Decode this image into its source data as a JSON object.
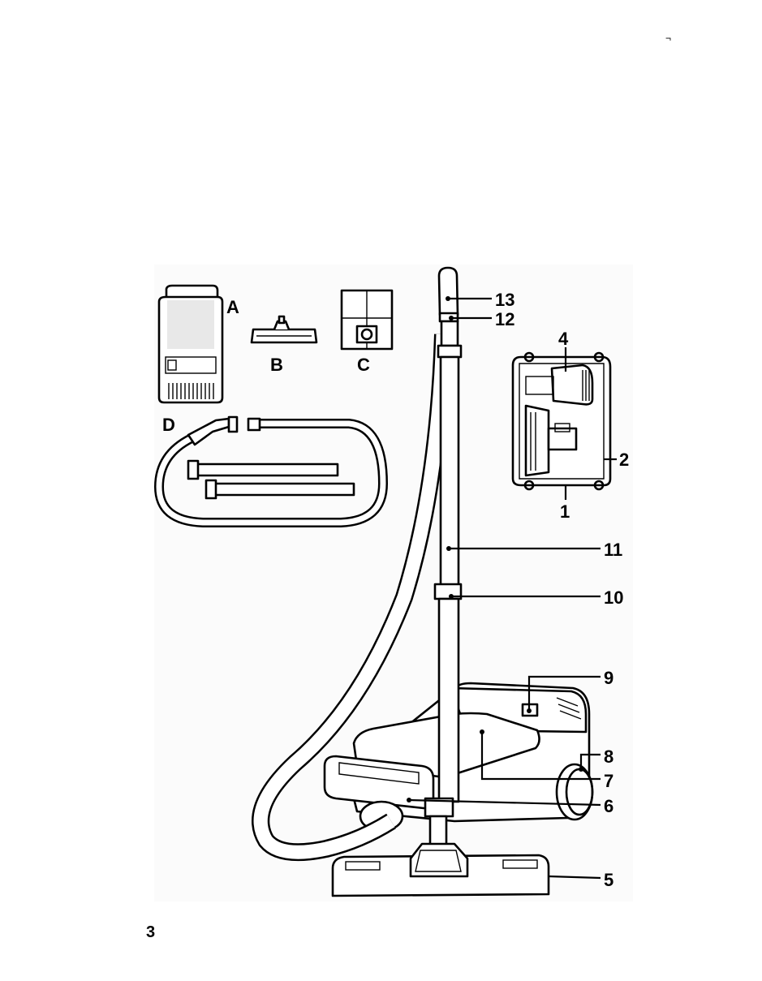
{
  "page": {
    "number": "3",
    "corner_mark": "¬"
  },
  "accessories": {
    "A": "A",
    "B": "B",
    "C": "C",
    "D": "D"
  },
  "callouts": {
    "c1": "1",
    "c2": "2",
    "c4": "4",
    "c5": "5",
    "c6": "6",
    "c7": "7",
    "c8": "8",
    "c9": "9",
    "c10": "10",
    "c11": "11",
    "c12": "12",
    "c13": "13"
  }
}
